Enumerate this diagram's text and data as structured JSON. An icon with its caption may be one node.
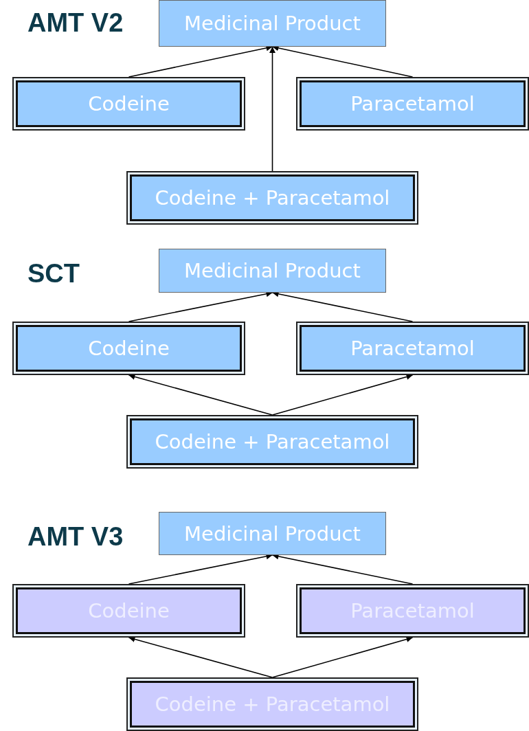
{
  "diagram": {
    "nodes": [
      {
        "text": [
          "Medicinal Product"
        ]
      },
      {
        "text": [
          "Codeine"
        ]
      },
      {
        "text": [
          "Paracetamol"
        ]
      },
      {
        "text": [
          "Codeine + Paracetamol"
        ]
      },
      {
        "text": [
          "Medicinal Product"
        ]
      },
      {
        "text": [
          "Codeine"
        ]
      },
      {
        "text": [
          "Paracetamol"
        ]
      },
      {
        "text": [
          "Codeine + Paracetamol"
        ]
      },
      {
        "text": [
          "Medicinal Product"
        ]
      },
      {
        "text": [
          "Codeine"
        ]
      },
      {
        "text": [
          "Paracetamol"
        ]
      },
      {
        "text": [
          "Codeine + Paracetamol"
        ]
      }
    ],
    "edges": [
      {
        "from": 1,
        "to": 0,
        "arrow": "to"
      },
      {
        "from": 2,
        "to": 0,
        "arrow": "to"
      },
      {
        "from": 3,
        "to": 0,
        "arrow": "to"
      },
      {
        "from": 5,
        "to": 4,
        "arrow": "to"
      },
      {
        "from": 6,
        "to": 4,
        "arrow": "to"
      },
      {
        "from": 7,
        "to": 5,
        "arrow": "to"
      },
      {
        "from": 7,
        "to": 6,
        "arrow": "to"
      },
      {
        "from": 9,
        "to": 8,
        "arrow": "to"
      },
      {
        "from": 10,
        "to": 8,
        "arrow": "to"
      },
      {
        "from": 11,
        "to": 9,
        "arrow": "to"
      },
      {
        "from": 11,
        "to": 10,
        "arrow": "to"
      }
    ],
    "labels": [
      "AMT V2",
      "SCT",
      "AMT V3"
    ]
  }
}
